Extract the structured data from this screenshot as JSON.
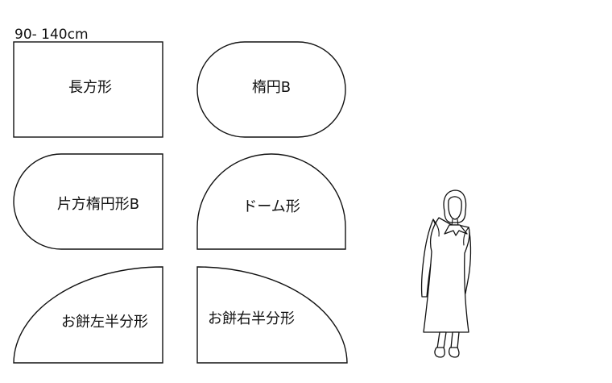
{
  "size_label": "90- 140cm",
  "shapes": [
    {
      "id": "rectangle",
      "label": "長方形"
    },
    {
      "id": "oval-b",
      "label": "楕円B"
    },
    {
      "id": "half-oval-b",
      "label": "片方楕円形B"
    },
    {
      "id": "dome",
      "label": "ドーム形"
    },
    {
      "id": "mochi-left-half",
      "label": "お餅左半分形"
    },
    {
      "id": "mochi-right-half",
      "label": "お餅右半分形"
    }
  ],
  "colors": {
    "stroke": "#111111",
    "fill": "#ffffff",
    "background": "#ffffff"
  },
  "icons": {
    "scale_figure": "standing-woman-figure"
  }
}
